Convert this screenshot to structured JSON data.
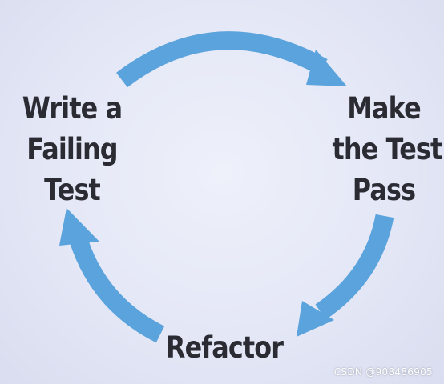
{
  "colors": {
    "arrow": "#5aa3dc",
    "text": "#2b2c33",
    "background": "#e4e7f6"
  },
  "cycle": {
    "steps": [
      {
        "id": "write",
        "lines": [
          "Write a",
          "Failing",
          "Test"
        ]
      },
      {
        "id": "pass",
        "lines": [
          "Make",
          "the Test",
          "Pass"
        ]
      },
      {
        "id": "refactor",
        "lines": [
          "Refactor"
        ]
      }
    ]
  },
  "watermark": "CSDN @908486905"
}
